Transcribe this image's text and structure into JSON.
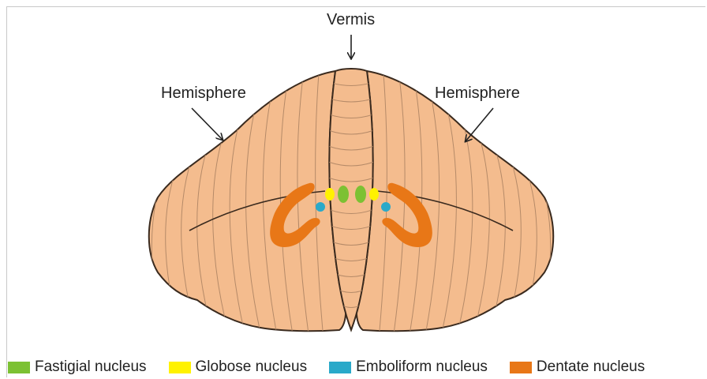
{
  "labels": {
    "vermis": "Vermis",
    "hemisphere_left": "Hemisphere",
    "hemisphere_right": "Hemisphere"
  },
  "legend": [
    {
      "label": "Fastigial nucleus",
      "color": "#7cc133"
    },
    {
      "label": "Globose nucleus",
      "color": "#fff200"
    },
    {
      "label": "Emboliform nucleus",
      "color": "#2aa9c9"
    },
    {
      "label": "Dentate nucleus",
      "color": "#e87717"
    }
  ],
  "colors": {
    "tissue": "#f4bc8e",
    "outline": "#3a2a1e",
    "folia": "#b58a68"
  }
}
